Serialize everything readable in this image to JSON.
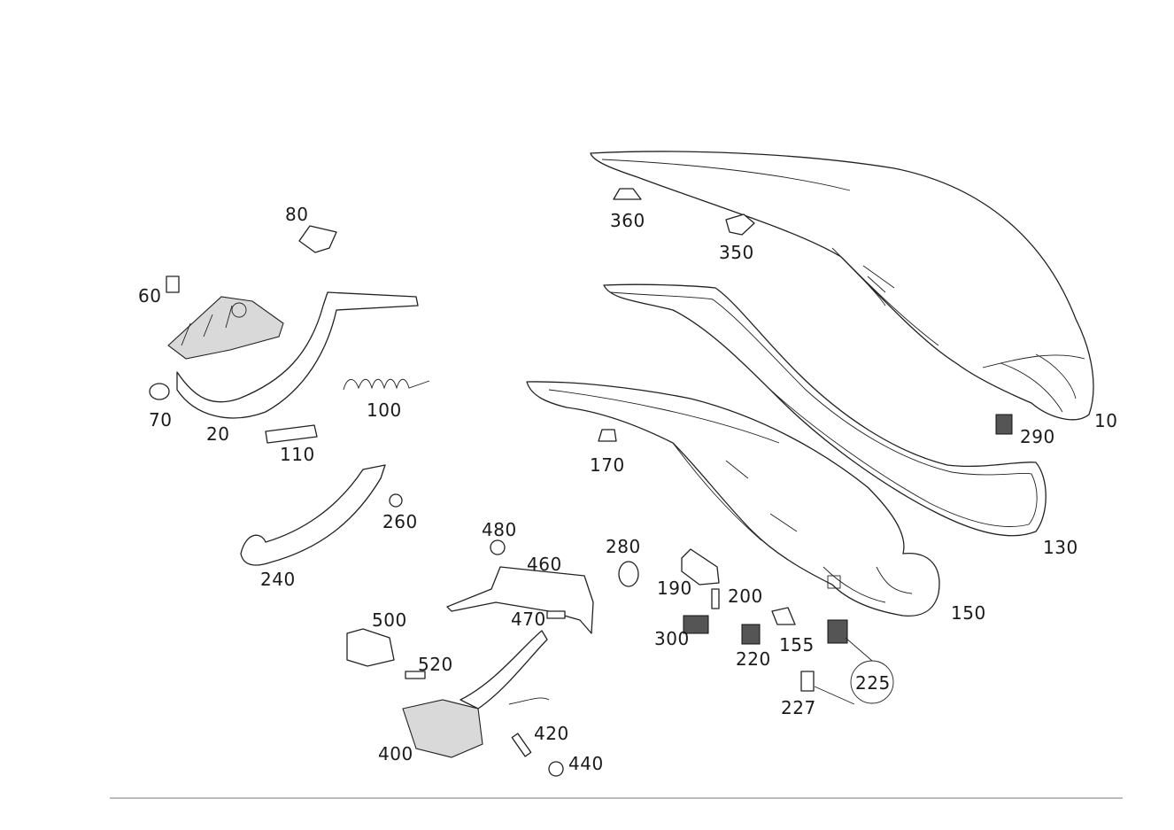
{
  "diagram": {
    "callouts": {
      "p10": "10",
      "p20": "20",
      "p60": "60",
      "p70": "70",
      "p80": "80",
      "p100": "100",
      "p110": "110",
      "p130": "130",
      "p150": "150",
      "p155": "155",
      "p170": "170",
      "p190": "190",
      "p200": "200",
      "p220": "220",
      "p225": "225",
      "p227": "227",
      "p240": "240",
      "p260": "260",
      "p280": "280",
      "p290": "290",
      "p300": "300",
      "p350": "350",
      "p360": "360",
      "p400": "400",
      "p420": "420",
      "p440": "440",
      "p460": "460",
      "p470": "470",
      "p480": "480",
      "p500": "500",
      "p520": "520"
    }
  }
}
